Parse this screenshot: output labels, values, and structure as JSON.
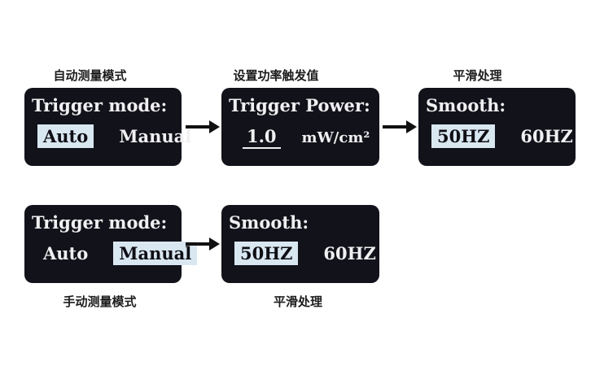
{
  "colors": {
    "background": "#ffffff",
    "screen_background": "#12121a",
    "screen_text": "#f0f0f2",
    "highlight_background": "#d9e7f1",
    "highlight_text": "#0e0e14",
    "caption_text": "#1c1c1c",
    "arrow": "#111111"
  },
  "icons": {
    "arrow_right": "arrow-right-icon"
  },
  "panels": [
    {
      "caption": "自动测量模式",
      "caption_position": "above",
      "title": "Trigger mode:",
      "options": [
        {
          "label": "Auto",
          "selected": true
        },
        {
          "label": "Manual",
          "selected": false
        }
      ]
    },
    {
      "caption": "设置功率触发值",
      "caption_position": "above",
      "title": "Trigger Power:",
      "value": "1.0",
      "unit": "mW/cm²"
    },
    {
      "caption": "平滑处理",
      "caption_position": "above",
      "title": "Smooth:",
      "options": [
        {
          "label": "50HZ",
          "selected": true
        },
        {
          "label": "60HZ",
          "selected": false
        }
      ]
    },
    {
      "caption": "手动测量模式",
      "caption_position": "below",
      "title": "Trigger mode:",
      "options": [
        {
          "label": "Auto",
          "selected": false
        },
        {
          "label": "Manual",
          "selected": true
        }
      ]
    },
    {
      "caption": "平滑处理",
      "caption_position": "below",
      "title": "Smooth:",
      "options": [
        {
          "label": "50HZ",
          "selected": true
        },
        {
          "label": "60HZ",
          "selected": false
        }
      ]
    }
  ]
}
